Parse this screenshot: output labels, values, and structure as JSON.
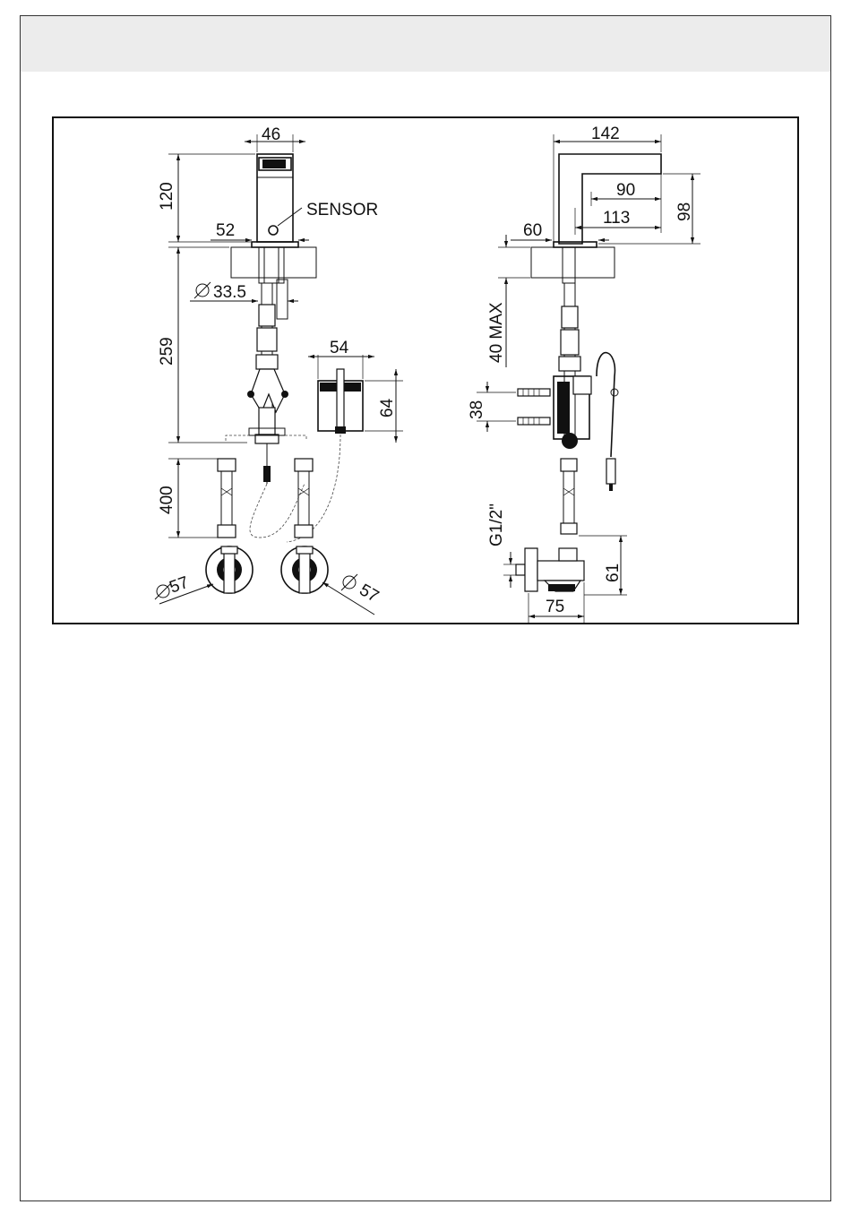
{
  "labels": {
    "sensor": "SENSOR",
    "dia_33_5": "33.5",
    "dia_57_left": "57",
    "dia_57_right": "57",
    "thread": "G1/2\"",
    "max_40": "40 MAX"
  },
  "dimensions": {
    "d46": "46",
    "d120": "120",
    "d52": "52",
    "d259": "259",
    "d54": "54",
    "d64": "64",
    "d400": "400",
    "d142": "142",
    "d90": "90",
    "d113": "113",
    "d98": "98",
    "d60": "60",
    "d38": "38",
    "d61": "61",
    "d75": "75"
  }
}
